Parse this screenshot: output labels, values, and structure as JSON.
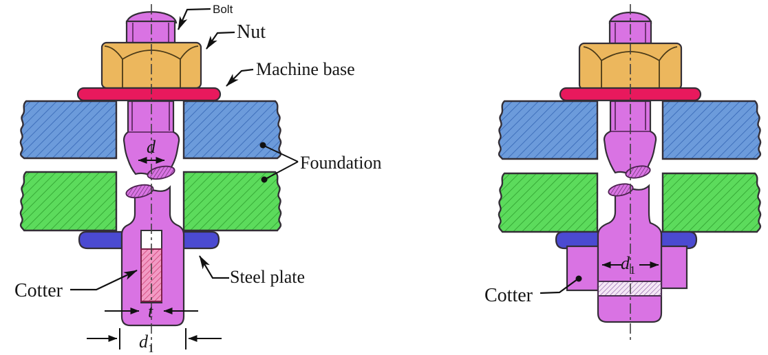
{
  "diagram": {
    "left_view": {
      "labels": {
        "bolt": "Bolt",
        "nut": "Nut",
        "machine_base": "Machine base",
        "foundation": "Foundation",
        "steel_plate": "Steel plate",
        "cotter": "Cotter"
      },
      "dimensions": {
        "shank_diameter": "d",
        "cotter_thickness": "t",
        "end_diameter": "d",
        "end_diameter_subscript": "1"
      }
    },
    "right_view": {
      "labels": {
        "cotter": "Cotter"
      },
      "dimensions": {
        "end_diameter": "d",
        "end_diameter_subscript": "1"
      }
    },
    "colors": {
      "bolt_purple": "#D973E3",
      "nut_orange": "#ECB75D",
      "machine_base_red": "#E8195D",
      "foundation_blue": "#6C9BDB",
      "foundation_blue_hatch": "#3465B4",
      "foundation_green": "#5CDB5C",
      "foundation_green_hatch": "#2E9F2E",
      "steel_plate_indigo": "#4B4AD1",
      "cotter_pink": "#F29AC4",
      "cotter_pink_hatch": "#C73267",
      "section_band": "#F4E8F5",
      "section_band_hatch": "#8A55A6",
      "break_hatch": "#5E2E66",
      "outline": "#332E36",
      "annotation": "#111111"
    }
  }
}
